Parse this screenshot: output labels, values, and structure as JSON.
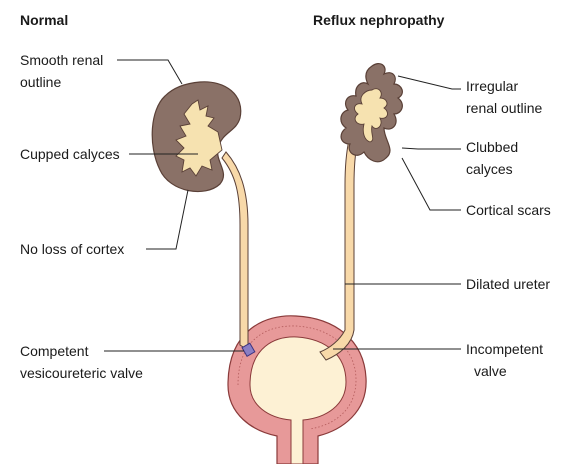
{
  "headings": {
    "normal": "Normal",
    "reflux": "Reflux nephropathy"
  },
  "labels": {
    "smooth_outline_1": "Smooth renal",
    "smooth_outline_2": "outline",
    "cupped_calyces": "Cupped calyces",
    "no_loss_cortex": "No loss of cortex",
    "competent_1": "Competent",
    "competent_2": "vesicoureteric valve",
    "irregular_1": "Irregular",
    "irregular_2": "renal outline",
    "clubbed_1": "Clubbed",
    "clubbed_2": "calyces",
    "cortical_scars": "Cortical scars",
    "dilated_ureter": "Dilated ureter",
    "incompetent_1": "Incompetent",
    "incompetent_2": "valve"
  },
  "colors": {
    "kidney_fill": "#8a7167",
    "calyx_fill": "#f6e2b0",
    "ureter_fill": "#f8d9a9",
    "bladder_wall": "#e79999",
    "bladder_lumen": "#fdf1d4",
    "competent_valve": "#8b7fc4",
    "outline": "#5a4037"
  }
}
